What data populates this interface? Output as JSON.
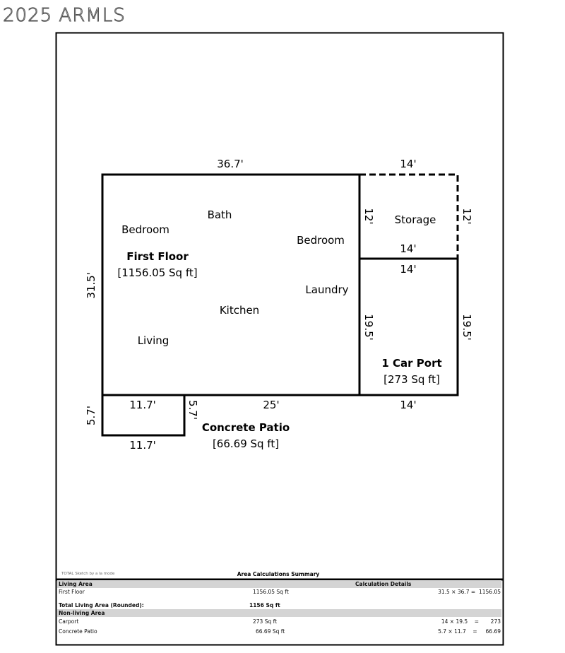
{
  "plan": {
    "top_dim": "36.7'",
    "storage_top_dim": "14'",
    "storage_left_dim": "12'",
    "storage_right_dim": "12'",
    "storage_bottom_dim": "14'",
    "carport_top_dim": "14'",
    "carport_left_dim": "19.5'",
    "carport_right_dim": "19.5'",
    "carport_bottom_dim": "14'",
    "left_dim": "31.5'",
    "bottom_dim": "25'",
    "patio_top_dim": "11.7'",
    "patio_bottom_dim": "11.7'",
    "patio_left_dim": "5.7'",
    "patio_right_dim": "5.7'",
    "rooms": {
      "bath": "Bath",
      "bedroom1": "Bedroom",
      "bedroom2": "Bedroom",
      "laundry": "Laundry",
      "kitchen": "Kitchen",
      "living": "Living",
      "storage": "Storage"
    },
    "first_floor_title": "First Floor",
    "first_floor_area": "[1156.05 Sq ft]",
    "carport_title": "1 Car Port",
    "carport_area": "[273 Sq ft]",
    "patio_title": "Concrete Patio",
    "patio_area": "[66.69 Sq ft]"
  },
  "summary": {
    "credit": "TOTAL Sketch by a la mode",
    "title": "Area Calculations Summary",
    "living_header": "Living Area",
    "details_header": "Calculation Details",
    "first_floor": {
      "label": "First Floor",
      "area": "1156.05 Sq ft",
      "calc": "31.5 × 36.7 =  1156.05"
    },
    "total": {
      "label": "Total Living Area (Rounded):",
      "area": "1156 Sq ft"
    },
    "nonliving_header": "Non-living Area",
    "carport": {
      "label": "Carport",
      "area": "273 Sq ft",
      "calc": "14 × 19.5    =       273"
    },
    "patio": {
      "label": "Concrete Patio",
      "area": "66.69 Sq ft",
      "calc": "5.7 × 11.7    =     66.69"
    }
  },
  "watermark": "2025 ARMLS"
}
